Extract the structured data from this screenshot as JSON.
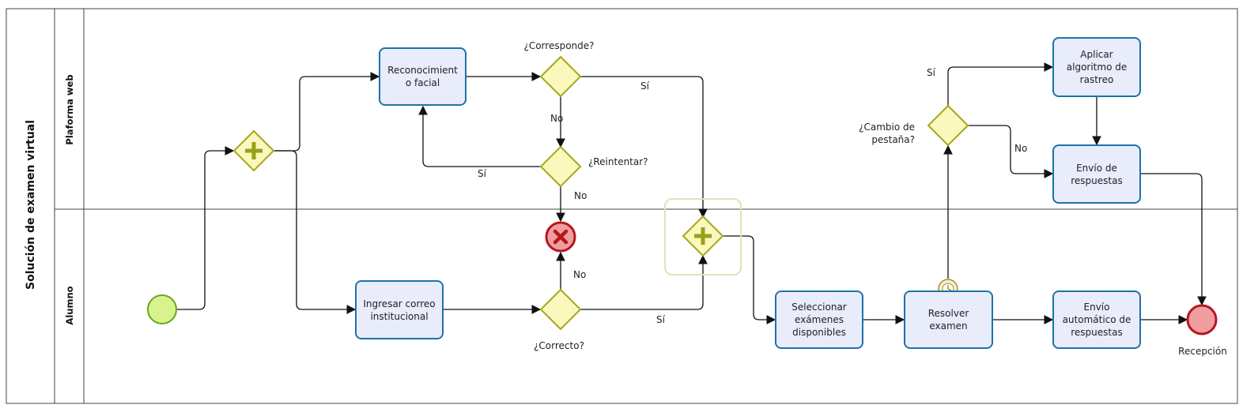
{
  "pool": {
    "title": "Solución de examen virtual"
  },
  "lanes": [
    {
      "name": "Plaforma web"
    },
    {
      "name": "Alumno"
    }
  ],
  "tasks": {
    "facial": "Reconocimient\no facial",
    "correo": "Ingresar correo\ninstitucional",
    "seleccionar": "Seleccionar\nexámenes\ndisponibles",
    "resolver": "Resolver\nexamen",
    "aplicar": "Aplicar\nalgoritmo de\nrastreo",
    "envio_resp": "Envío de\nrespuestas",
    "envio_auto": "Envío\nautomático de\nrespuestas"
  },
  "gateways": {
    "corresponde": "¿Corresponde?",
    "reintentar": "¿Reintentar?",
    "correcto": "¿Correcto?",
    "cambio": "¿Cambio de\npestaña?"
  },
  "flow_labels": {
    "si_corresponde": "Sí",
    "no_corresponde": "No",
    "si_reintentar": "Sí",
    "no_reintentar": "No",
    "no_correcto": "No",
    "si_correcto": "Sí",
    "si_cambio": "Sí",
    "no_cambio": "No"
  },
  "events": {
    "end_label": "Recepción"
  },
  "colors": {
    "task_border": "#1e72a8",
    "task_fill": "#e8ecfb",
    "gateway_border": "#a3a81c",
    "gateway_fill": "#fbf8bd",
    "start_border": "#6aa421",
    "start_fill": "#d8f38d",
    "end_border": "#b5171f",
    "end_fill": "#ef9ea0"
  }
}
